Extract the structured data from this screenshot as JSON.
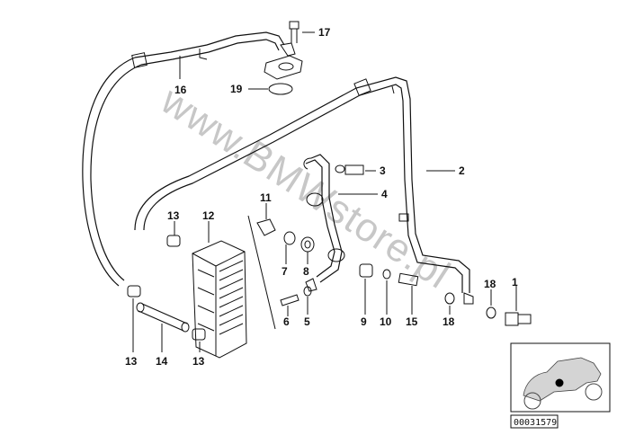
{
  "diagram": {
    "parts": [
      {
        "id": "p1",
        "number": "1"
      },
      {
        "id": "p2",
        "number": "2"
      },
      {
        "id": "p3",
        "number": "3"
      },
      {
        "id": "p4",
        "number": "4"
      },
      {
        "id": "p5",
        "number": "5"
      },
      {
        "id": "p6",
        "number": "6"
      },
      {
        "id": "p7",
        "number": "7"
      },
      {
        "id": "p8",
        "number": "8"
      },
      {
        "id": "p9",
        "number": "9"
      },
      {
        "id": "p10",
        "number": "10"
      },
      {
        "id": "p11",
        "number": "11"
      },
      {
        "id": "p12",
        "number": "12"
      },
      {
        "id": "p13a",
        "number": "13"
      },
      {
        "id": "p13b",
        "number": "13"
      },
      {
        "id": "p13c",
        "number": "13"
      },
      {
        "id": "p14",
        "number": "14"
      },
      {
        "id": "p15",
        "number": "15"
      },
      {
        "id": "p16",
        "number": "16"
      },
      {
        "id": "p17",
        "number": "17"
      },
      {
        "id": "p18a",
        "number": "18"
      },
      {
        "id": "p18b",
        "number": "18"
      },
      {
        "id": "p19",
        "number": "19"
      }
    ],
    "watermark": "www.BMWstore.pl",
    "diagram_code": "00031579"
  }
}
